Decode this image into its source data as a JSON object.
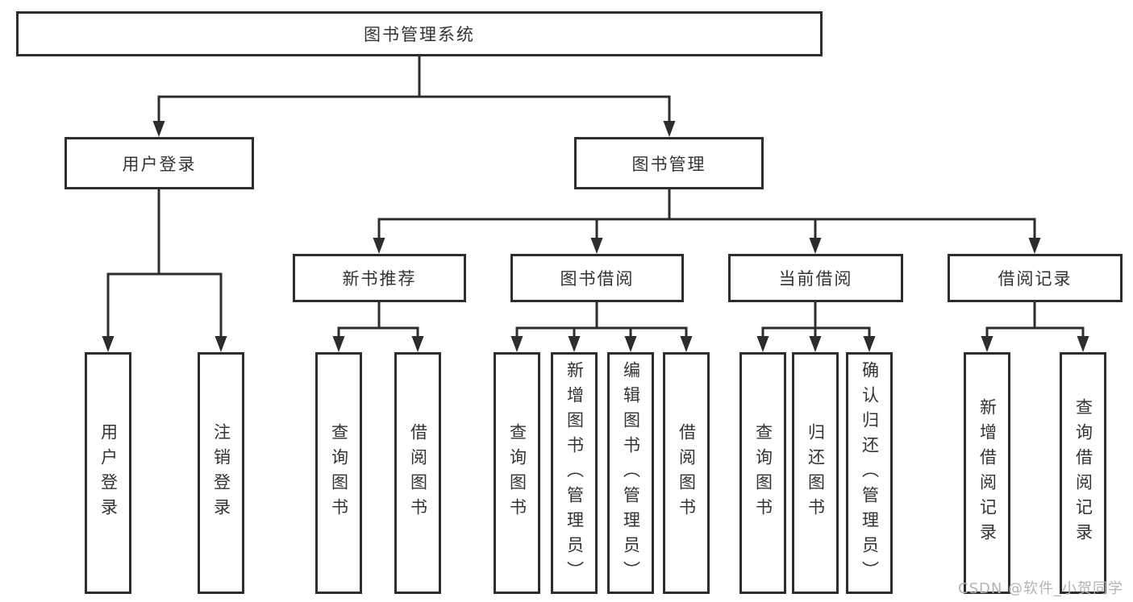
{
  "diagram": {
    "title": "图书管理系统",
    "type": "hierarchy-tree",
    "colors": {
      "background": "#ffffff",
      "box_fill": "#ffffff",
      "box_border": "#2d2d2d",
      "line": "#2d2d2d",
      "text": "#333333",
      "watermark": "#b0b4b8"
    },
    "nodes": [
      {
        "id": "root",
        "label": "图书管理系统",
        "level": 1,
        "parent": null
      },
      {
        "id": "user-login",
        "label": "用户登录",
        "level": 2,
        "parent": "root"
      },
      {
        "id": "book-mgmt",
        "label": "图书管理",
        "level": 2,
        "parent": "root"
      },
      {
        "id": "new-book-rec",
        "label": "新书推荐",
        "level": 3,
        "parent": "book-mgmt"
      },
      {
        "id": "book-borrow",
        "label": "图书借阅",
        "level": 3,
        "parent": "book-mgmt"
      },
      {
        "id": "current-borrow",
        "label": "当前借阅",
        "level": 3,
        "parent": "book-mgmt"
      },
      {
        "id": "borrow-record",
        "label": "借阅记录",
        "level": 3,
        "parent": "book-mgmt"
      },
      {
        "id": "v-user-login",
        "label": "用户登录",
        "level": 4,
        "parent": "user-login"
      },
      {
        "id": "v-logout",
        "label": "注销登录",
        "level": 4,
        "parent": "user-login"
      },
      {
        "id": "v-query-book-1",
        "label": "查询图书",
        "level": 4,
        "parent": "new-book-rec"
      },
      {
        "id": "v-borrow-book-1",
        "label": "借阅图书",
        "level": 4,
        "parent": "new-book-rec"
      },
      {
        "id": "v-query-book-2",
        "label": "查询图书",
        "level": 4,
        "parent": "book-borrow"
      },
      {
        "id": "v-add-book",
        "label": "新增图书（管理员）",
        "level": 4,
        "parent": "book-borrow"
      },
      {
        "id": "v-edit-book",
        "label": "编辑图书（管理员）",
        "level": 4,
        "parent": "book-borrow"
      },
      {
        "id": "v-borrow-book-2",
        "label": "借阅图书",
        "level": 4,
        "parent": "book-borrow"
      },
      {
        "id": "v-query-book-3",
        "label": "查询图书",
        "level": 4,
        "parent": "current-borrow"
      },
      {
        "id": "v-return-book",
        "label": "归还图书",
        "level": 4,
        "parent": "current-borrow"
      },
      {
        "id": "v-confirm-return",
        "label": "确认归还（管理员）",
        "level": 4,
        "parent": "current-borrow"
      },
      {
        "id": "v-add-borrow-record",
        "label": "新增借阅记录",
        "level": 4,
        "parent": "borrow-record"
      },
      {
        "id": "v-query-borrow-record",
        "label": "查询借阅记录",
        "level": 4,
        "parent": "borrow-record"
      }
    ],
    "watermark": "CSDN @软件_小贺同学"
  }
}
